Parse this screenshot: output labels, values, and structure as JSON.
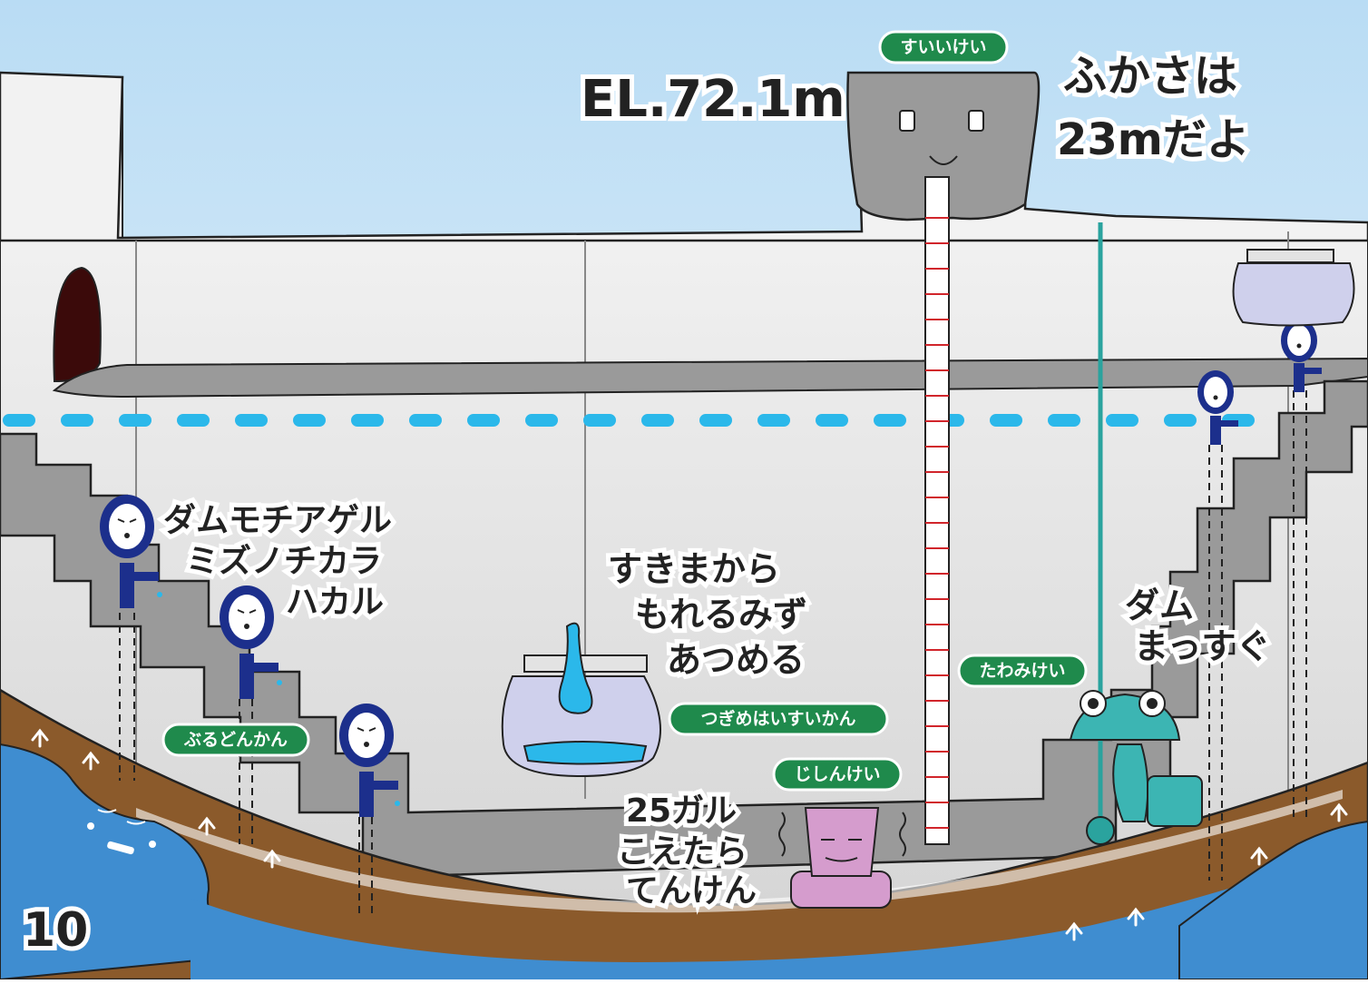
{
  "elevation": "EL.72.1m",
  "depth_text": [
    "ふかさは",
    "23mだよ"
  ],
  "labels": {
    "water_level_gauge": "すいいけい",
    "plumb_line": "たわみけい",
    "seismometer": "じしんけい",
    "joint_meter": "つぎめはいすいかん",
    "uplift_meter": "ぶるどんかん"
  },
  "callouts": {
    "uplift": [
      "ダムモチアゲル",
      "ミズノチカラ",
      "ハカル"
    ],
    "seepage": [
      "すきまから",
      "もれるみず",
      "あつめる"
    ],
    "straight": [
      "ダム",
      "まっすぐ"
    ],
    "quake": [
      "25ガル",
      "こえたら",
      "てんけん"
    ]
  },
  "page_number": "10",
  "colors": {
    "sky": "#cfe6f6",
    "concrete": "#9a9a9a",
    "dam_body": "#e6e6e6",
    "water": "#3f8dd0",
    "soil": "#8b5a2b",
    "dashed_water_line": "#2bb8ea",
    "sign_green": "#1f8a4c",
    "figure_blue": "#1c2f8c",
    "frog_teal": "#3cb5b3",
    "seismo_pink": "#d59ccd"
  }
}
